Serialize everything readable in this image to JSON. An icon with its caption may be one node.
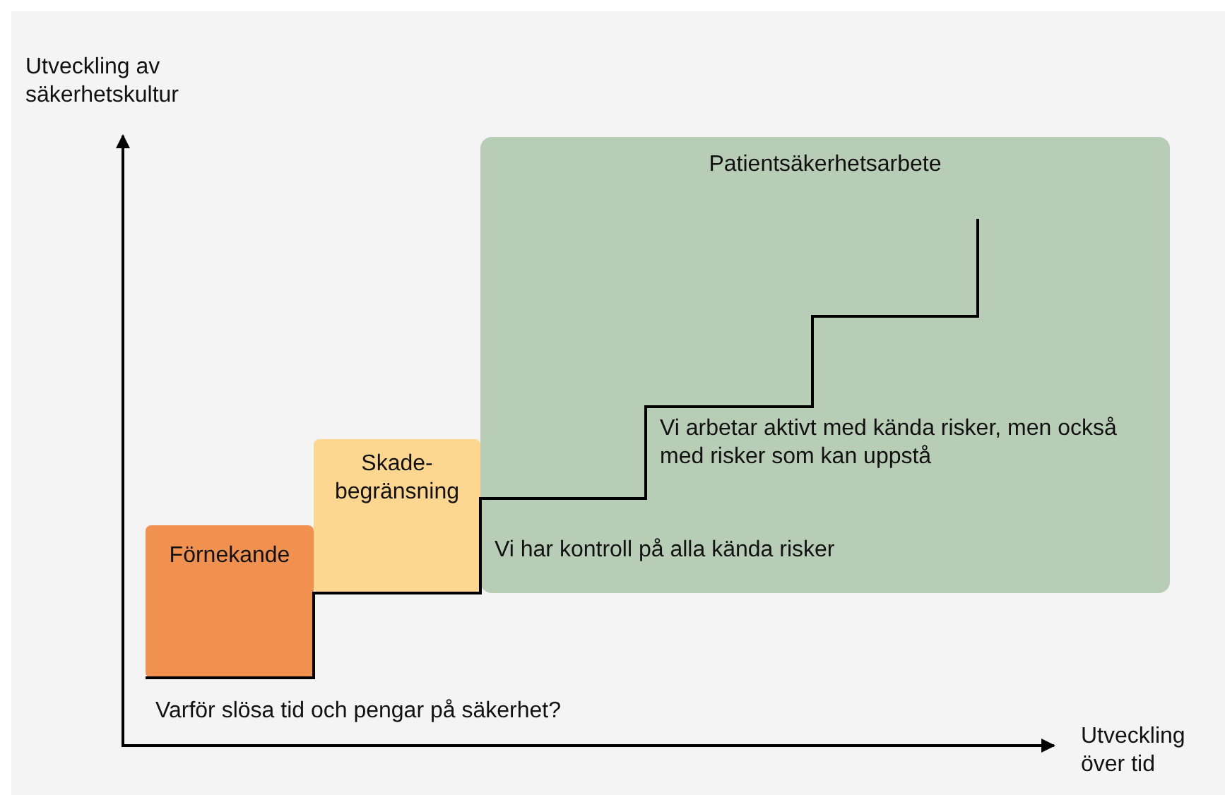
{
  "diagram": {
    "nodes": [
      {
        "text": [
          "Förnekande"
        ]
      },
      {
        "text": [
          "Skade-begränsning"
        ]
      },
      {
        "text": [
          "Patientsäkerhetsarbete",
          "Vi arbetar aktivt med kända risker, men också med risker som kan uppstå",
          "Vi har kontroll på alla kända risker"
        ]
      }
    ],
    "labels": [
      "Utveckling av säkerhetskultur",
      "Varför slösa tid och pengar på säkerhet?",
      "Utveckling över tid"
    ]
  }
}
